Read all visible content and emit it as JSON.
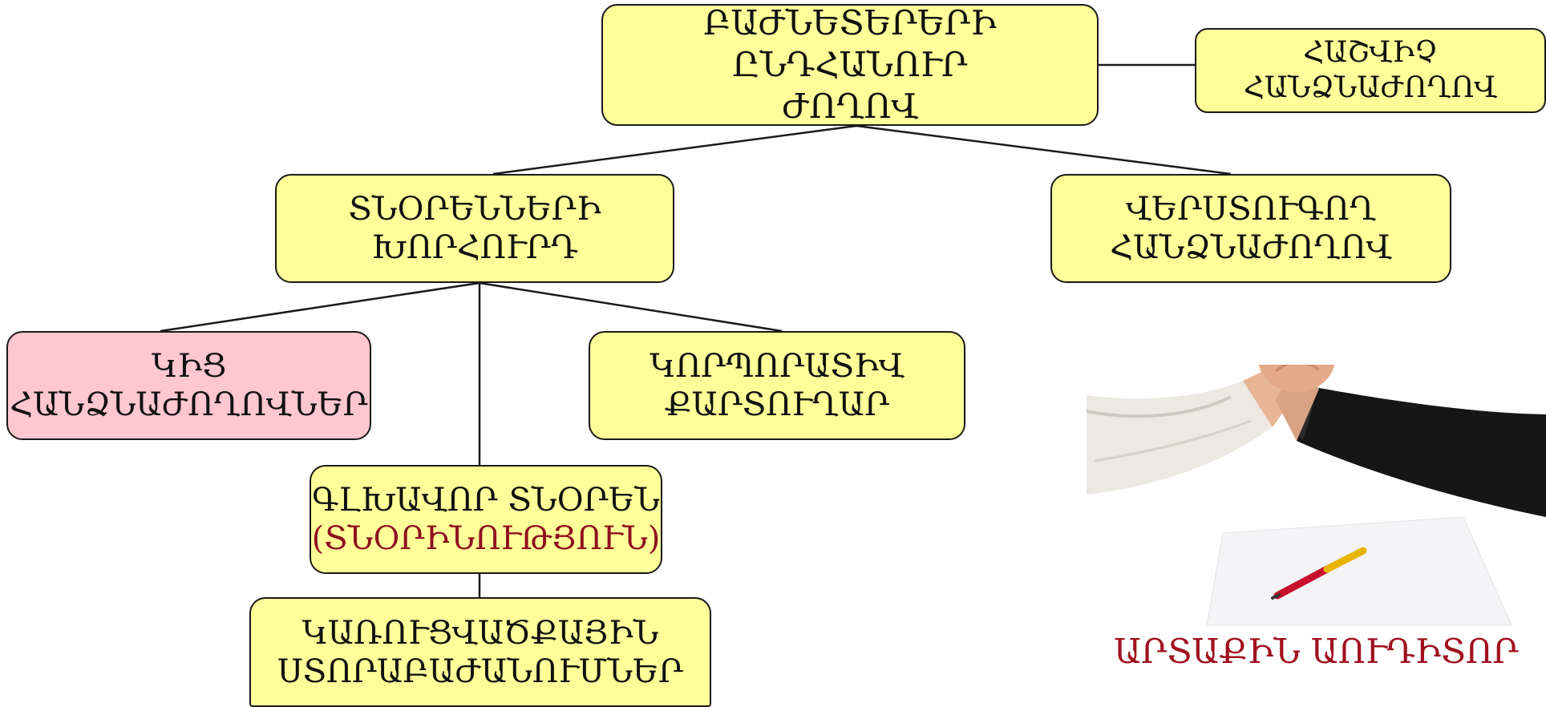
{
  "nodes": {
    "assembly": {
      "line1": "ԲԱԺՆԵՏԵՐԵՐԻ  ԸՆԴՀԱՆՈՒՐ",
      "line2": "ԺՈՂՈՎ"
    },
    "audit": {
      "line1": "ՀԱՇՎԻՉ",
      "line2": "ՀԱՆՁՆԱԺՈՂՈՎ"
    },
    "board": {
      "line1": "ՏՆՕՐԵՆՆԵՐԻ",
      "line2": "ԽՈՐՀՈՒՐԴ"
    },
    "revision": {
      "line1": "ՎԵՐՍՏՈՒԳՈՂ",
      "line2": "ՀԱՆՁՆԱԺՈՂՈՎ"
    },
    "exec_committees": {
      "line1": "ԿԻՑ",
      "line2": "ՀԱՆՁՆԱԺՈՂՈՎՆԵՐ"
    },
    "corp_secretary": {
      "line1": "ԿՈՐՊՈՐԱՏԻՎ",
      "line2": "ՔԱՐՏՈՒՂԱՐ"
    },
    "ceo": {
      "line1": "ԳԼԽԱՎՈՐ ՏՆՕՐԵՆ",
      "line2": "(ՏՆՕՐԻՆՈՒԹՅՈՒՆ)"
    },
    "structural_units": {
      "line1": "ԿԱՌՈՒՑՎԱԾՔԱՅԻՆ",
      "line2": "ՍՏՈՐԱԲԱԺԱՆՈՒՄՆԵՐ"
    }
  },
  "external_auditor_label": "ԱՐՏԱՔԻՆ ԱՈՒԴԻՏՈՐ",
  "colors": {
    "node_fill": "#ffff99",
    "highlight_fill": "#ffc7cf",
    "accent_red": "#a0101e"
  }
}
